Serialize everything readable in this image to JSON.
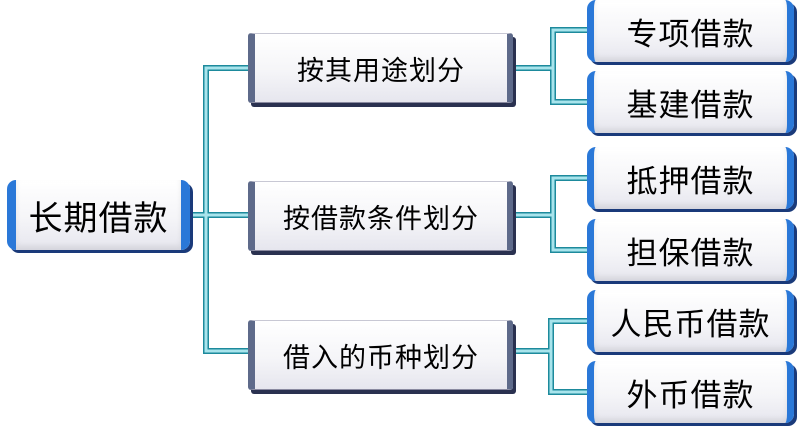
{
  "root": {
    "label": "长期借款"
  },
  "groups": [
    {
      "label": "按其用途划分",
      "children": [
        "专项借款",
        "基建借款"
      ]
    },
    {
      "label": "按借款条件划分",
      "children": [
        "抵押借款",
        "担保借款"
      ]
    },
    {
      "label": "借入的币种划分",
      "children": [
        "人民币借款",
        "外币借款"
      ]
    }
  ],
  "colors": {
    "connector_light": "#a8e4ec",
    "connector_dark": "#1d8a9c",
    "box_accent": "#2a78d8",
    "mid_accent": "#5e6a8a"
  }
}
